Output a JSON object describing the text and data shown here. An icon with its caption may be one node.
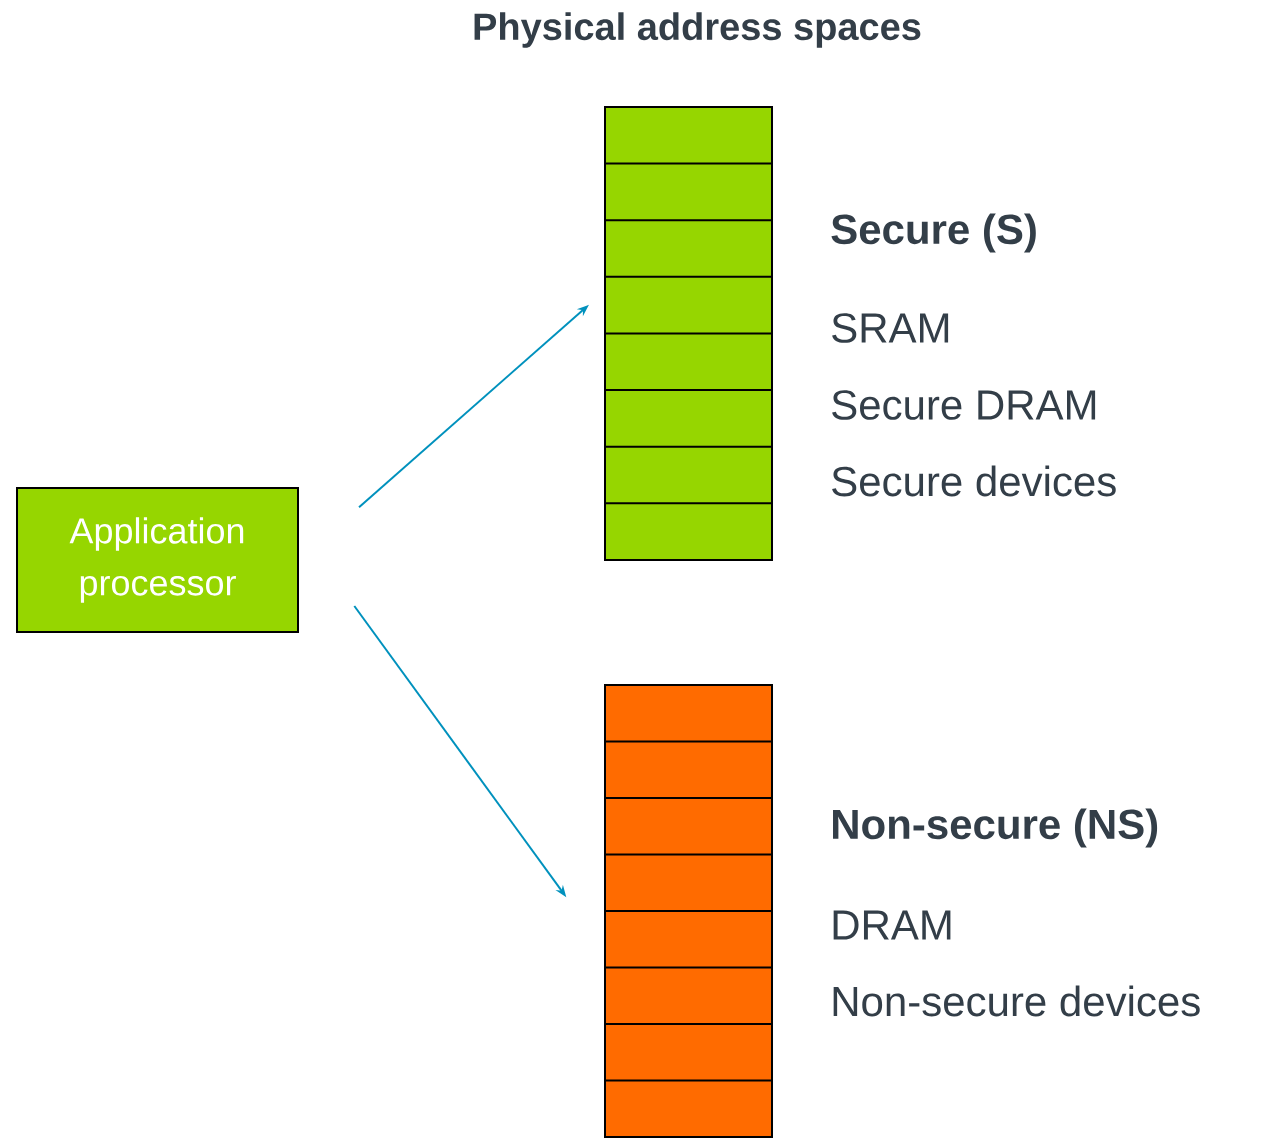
{
  "diagram": {
    "title": "Physical address spaces",
    "nodes": [
      {
        "text": [
          "Application processor"
        ]
      },
      {
        "text": [],
        "shape": "box",
        "beside": [
          "Secure (S)",
          "SRAM",
          "Secure DRAM",
          "Secure devices"
        ]
      },
      {
        "text": [],
        "shape": "box",
        "beside": [
          "Non-secure (NS)",
          "DRAM",
          "Non-secure devices"
        ]
      }
    ],
    "edges": [
      {
        "from": 0,
        "to": 1,
        "arrow": "to"
      },
      {
        "from": 0,
        "to": 2,
        "arrow": "to"
      }
    ]
  }
}
